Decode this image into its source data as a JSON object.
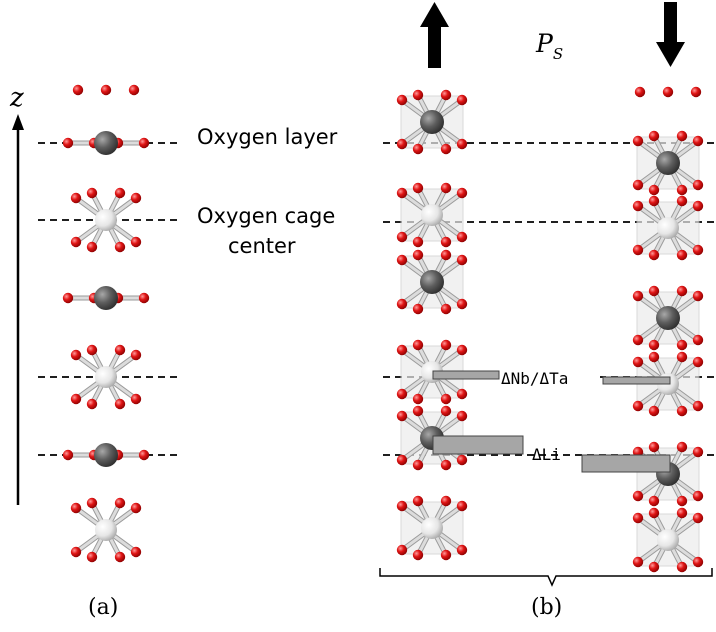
{
  "labels": {
    "z_axis": "z",
    "polarization": "P",
    "polarization_sub": "S",
    "oxygen_layer": "Oxygen layer",
    "oxygen_cage_line1": "Oxygen cage",
    "oxygen_cage_line2": "center",
    "delta_nb_ta": "ΔNb/ΔTa",
    "delta_li": "ΔLi",
    "panel_a": "(a)",
    "panel_b": "(b)"
  },
  "colors": {
    "oxygen": "#dd1111",
    "cation_dark": "#5c5c5c",
    "cation_light": "#e4e4e4",
    "bond": "#cccccc",
    "polyhedron": "#e8e8e8",
    "displacement_box": "#a6a6a6",
    "arrow": "#000000"
  },
  "polarization_arrows": [
    "up",
    "down"
  ]
}
